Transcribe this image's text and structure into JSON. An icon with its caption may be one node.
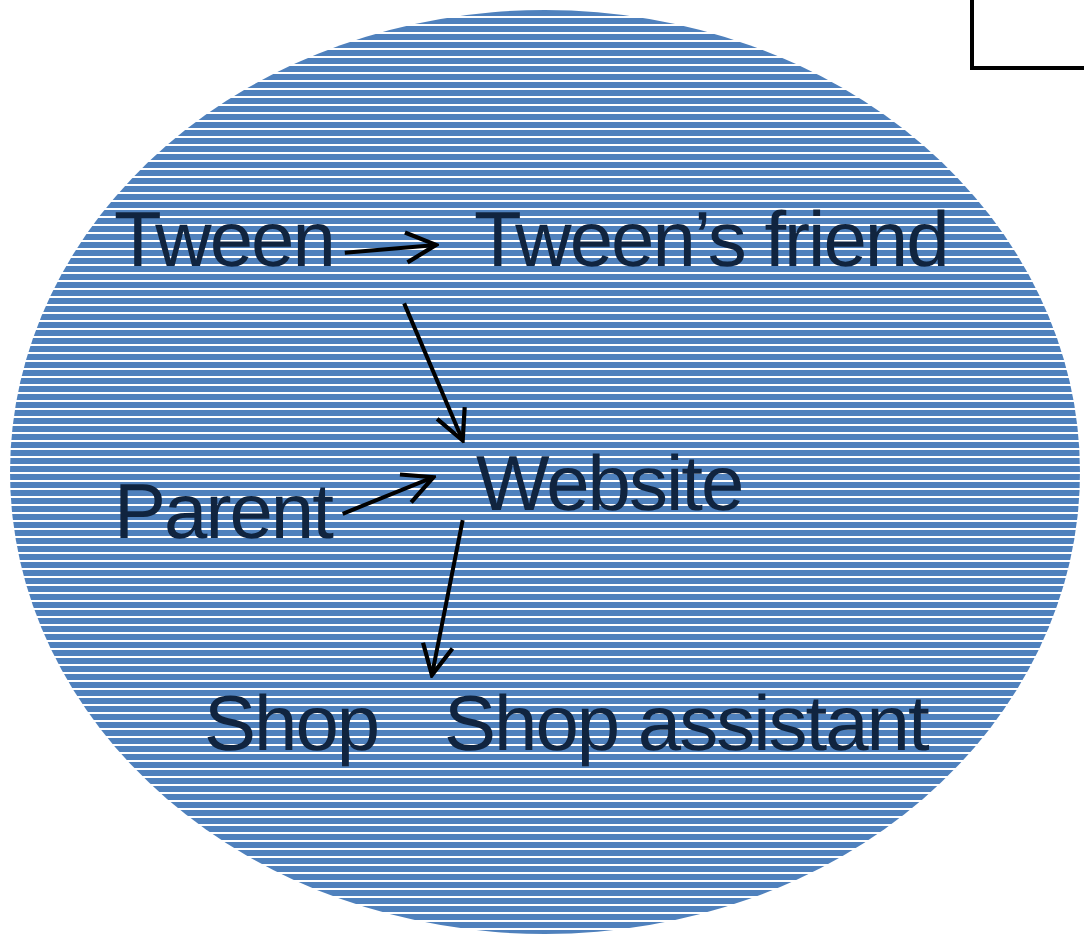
{
  "diagram": {
    "nodes": [
      {
        "text": [],
        "shape": "circle"
      },
      {
        "text": [
          "Tween"
        ],
        "in": 0
      },
      {
        "text": [
          "Tween’s friend"
        ],
        "in": 0
      },
      {
        "text": [
          "Parent"
        ],
        "in": 0
      },
      {
        "text": [
          "Website"
        ],
        "in": 0
      },
      {
        "text": [
          "Shop"
        ],
        "in": 0
      },
      {
        "text": [
          "Shop assistant"
        ],
        "in": 0
      }
    ],
    "edges": [
      {
        "from": 1,
        "to": 2,
        "arrow": "to"
      },
      {
        "from": 1,
        "to": 4,
        "arrow": "to"
      },
      {
        "from": 3,
        "to": 4,
        "arrow": "to"
      },
      {
        "from": 4,
        "to": 6,
        "arrow": "to"
      }
    ]
  }
}
